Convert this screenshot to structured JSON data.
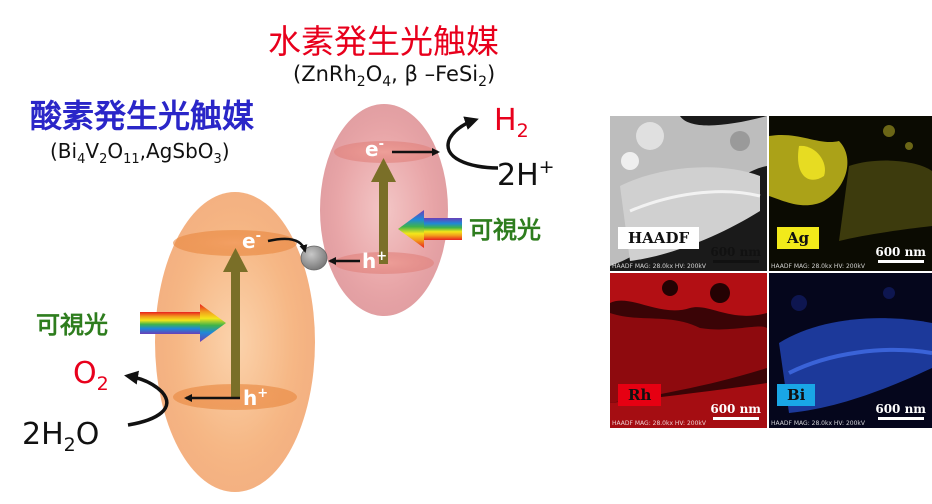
{
  "h2_catalyst": {
    "title": "水素発生光触媒",
    "formula_prefix": "(ZnRh",
    "formula_sub1": "2",
    "formula_mid1": "O",
    "formula_sub2": "4",
    "formula_mid2": ", β –FeSi",
    "formula_sub3": "2",
    "formula_end": ")",
    "color": "#e8001c"
  },
  "o2_catalyst": {
    "title": "酸素発生光触媒",
    "formula_prefix": "(Bi",
    "formula_sub1": "4",
    "formula_mid1": "V",
    "formula_sub2": "2",
    "formula_mid2": "O",
    "formula_sub3": "11",
    "formula_mid3": ",AgSbO",
    "formula_sub4": "3",
    "formula_end": ")",
    "color": "#2a26c8"
  },
  "species": {
    "electron": "e",
    "electron_sup": "-",
    "hole": "h",
    "hole_sup": "+",
    "h2": "H",
    "h2_sub": "2",
    "proton_coef": "2H",
    "proton_sup": "+",
    "o2": "O",
    "o2_sub": "2",
    "water_a": "2H",
    "water_sub": "2",
    "water_b": "O"
  },
  "light_label": "可視光",
  "colors": {
    "light_label": "#2e7d1e",
    "product": "#e8001c",
    "arrow_olive": "#7a6f28",
    "orange_band": "#e8873e",
    "pink_band": "#e0807a"
  },
  "eds_maps": {
    "panels": [
      {
        "label": "HAADF",
        "scale": "600 nm",
        "meta": "HAADF MAG: 28.0kx HV: 200kV",
        "label_bg": "#ffffff",
        "label_color": "#111111",
        "scale_color": "#111111",
        "theme": "gray"
      },
      {
        "label": "Ag",
        "scale": "600 nm",
        "meta": "HAADF MAG: 28.0kx HV: 200kV",
        "label_bg": "#f2ea1a",
        "label_color": "#111111",
        "scale_color": "#ffffff",
        "theme": "yellow"
      },
      {
        "label": "Rh",
        "scale": "600 nm",
        "meta": "HAADF MAG: 28.0kx HV: 200kV",
        "label_bg": "#e60012",
        "label_color": "#111111",
        "scale_color": "#ffffff",
        "theme": "red"
      },
      {
        "label": "Bi",
        "scale": "600 nm",
        "meta": "HAADF MAG: 28.0kx HV: 200kV",
        "label_bg": "#19a6e6",
        "label_color": "#111111",
        "scale_color": "#ffffff",
        "theme": "blue"
      }
    ]
  }
}
